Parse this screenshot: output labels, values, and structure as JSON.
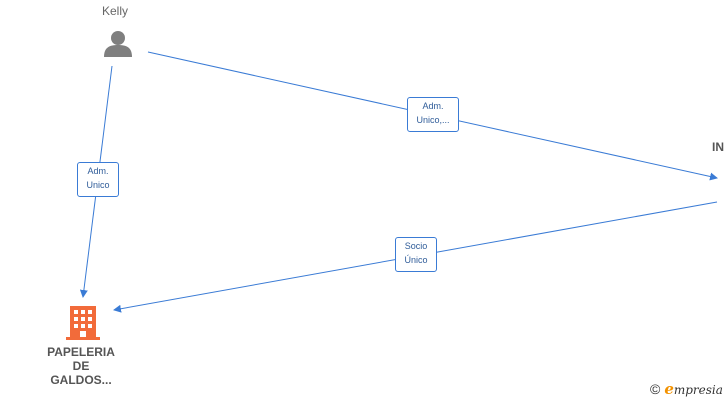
{
  "nodes": {
    "person": {
      "label": "Kelly",
      "icon": "person-icon"
    },
    "company_partial": {
      "label": "IN"
    },
    "company": {
      "label_lines": [
        "PAPELERIA",
        "DE",
        "GALDOS..."
      ],
      "icon": "building-icon"
    }
  },
  "edges": [
    {
      "id": "kelly-to-in",
      "label_lines": [
        "Adm.",
        "Unico,..."
      ]
    },
    {
      "id": "kelly-to-papeleria",
      "label_lines": [
        "Adm.",
        "Unico"
      ]
    },
    {
      "id": "in-to-papeleria",
      "label_lines": [
        "Socio",
        "Único"
      ]
    }
  ],
  "colors": {
    "edge": "#3a7bd5",
    "person_icon": "#7f7f7f",
    "building_icon": "#f26b3a"
  },
  "watermark": {
    "copyright": "©",
    "brand_first": "e",
    "brand_rest": "mpresia"
  }
}
